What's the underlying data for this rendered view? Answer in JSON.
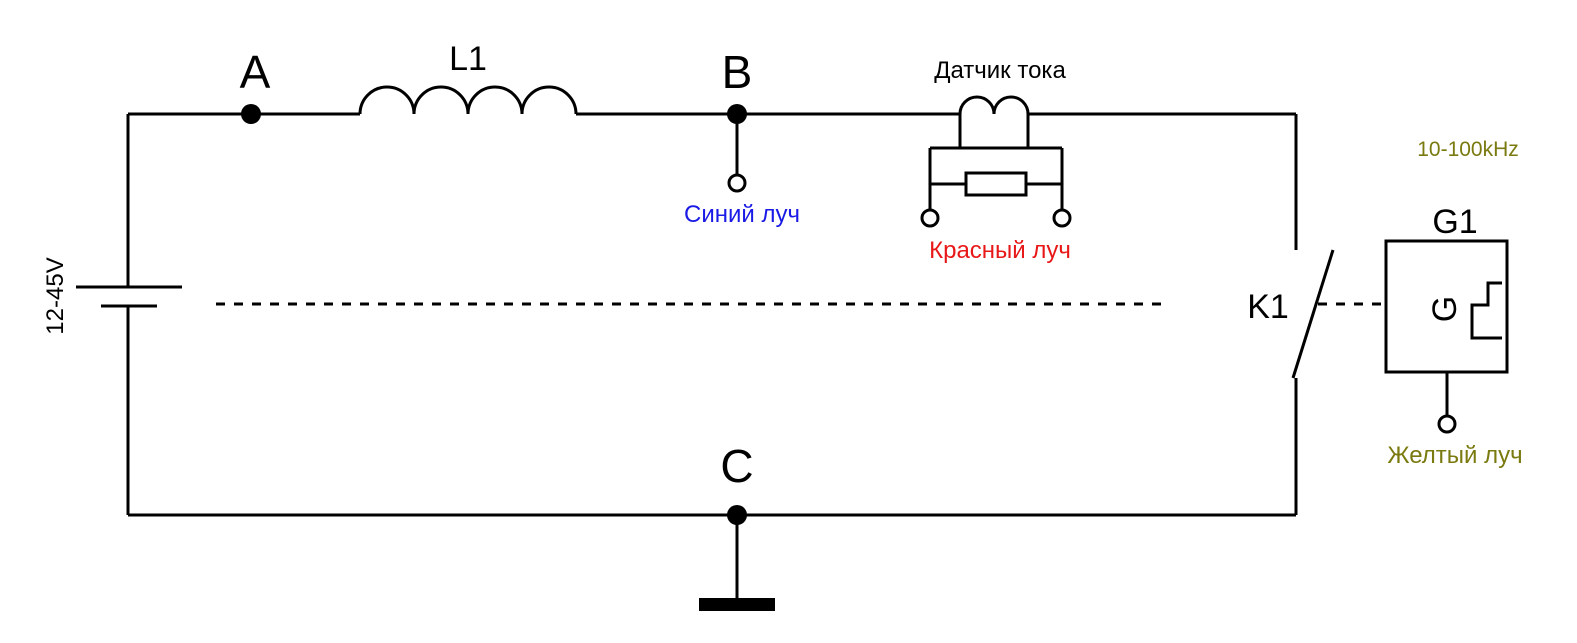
{
  "colors": {
    "wire": "#000000",
    "blue_probe": "#1a1ae6",
    "red_probe": "#e81818",
    "yellow_probe": "#7a7a10",
    "frequency": "#7a7a10"
  },
  "nodes": {
    "a": "A",
    "b": "B",
    "c": "C"
  },
  "components": {
    "inductor": "L1",
    "current_sensor": "Датчик тока",
    "switch": "K1",
    "generator": "G1",
    "generator_symbol": "G",
    "battery_voltage": "12-45V",
    "frequency": "10-100kHz"
  },
  "probes": {
    "blue": "Синий луч",
    "red": "Красный луч",
    "yellow": "Желтый луч"
  }
}
